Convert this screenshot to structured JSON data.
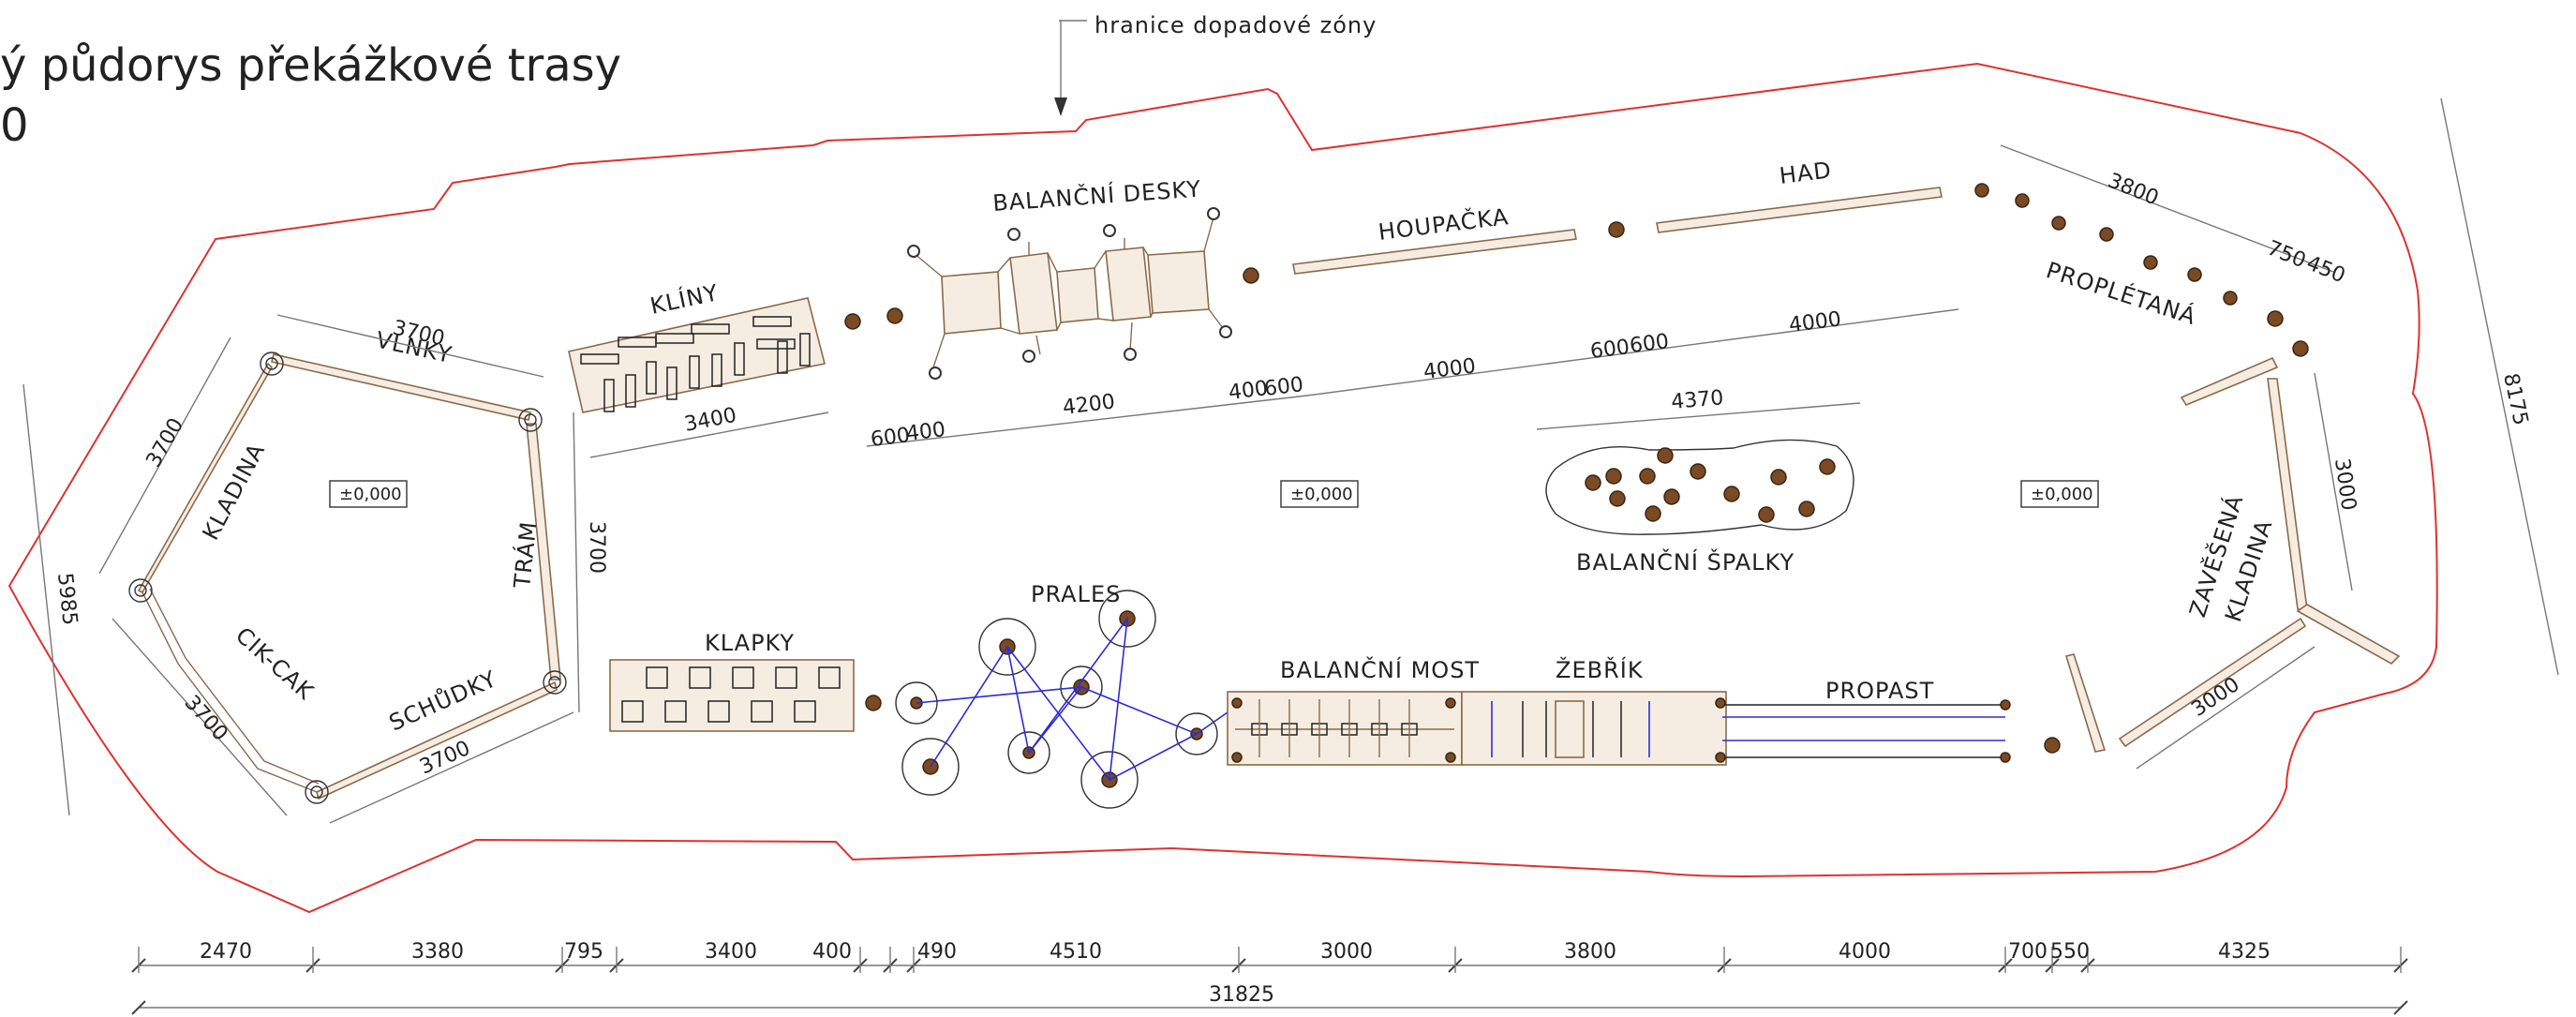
{
  "title": {
    "line1": "ý půdorys překážkové trasy",
    "line2": "0"
  },
  "boundary_label": "hranice dopadové zóny",
  "stations": {
    "kliny": "KLÍNY",
    "balancni_desky": "BALANČNÍ DESKY",
    "houpacka": "HOUPAČKA",
    "had": "HAD",
    "propletana": "PROPLÉTANÁ",
    "vlnky": "VLNKY",
    "kladina": "KLADINA",
    "tram": "TRÁM",
    "cik_cak": "CIK-CAK",
    "schudky": "SCHŮDKY",
    "klapky": "KLAPKY",
    "prales": "PRALES",
    "balancni_most": "BALANČNÍ MOST",
    "zebrik": "ŽEBŘÍK",
    "propast": "PROPAST",
    "balancni_spalky": "BALANČNÍ ŠPALKY",
    "zavesena_kladina_1": "ZAVĚŠENÁ",
    "zavesena_kladina_2": "KLADINA"
  },
  "elevations": [
    "±0,000",
    "±0,000",
    "±0,000"
  ],
  "dims": {
    "vlnky_top": "3700",
    "kladina_left": "3700",
    "tram_right": "3700",
    "cikcak": "3700",
    "schudky": "3700",
    "kliny": "3400",
    "a600": "600",
    "a400": "400",
    "a4200": "4200",
    "b400": "400",
    "b600": "600",
    "h4000": "4000",
    "c600": "600",
    "d600": "600",
    "had4000": "4000",
    "propletana3800": "3800",
    "d750": "750",
    "d450": "450",
    "spalky4370": "4370",
    "zav3000v": "3000",
    "zav3000": "3000",
    "left5985": "5985",
    "right8175": "8175"
  },
  "bottom_chain": [
    "2470",
    "3380",
    "795",
    "3400",
    "400",
    "490",
    "4510",
    "3000",
    "3800",
    "4000",
    "700",
    "550",
    "4325"
  ],
  "total": "31825"
}
